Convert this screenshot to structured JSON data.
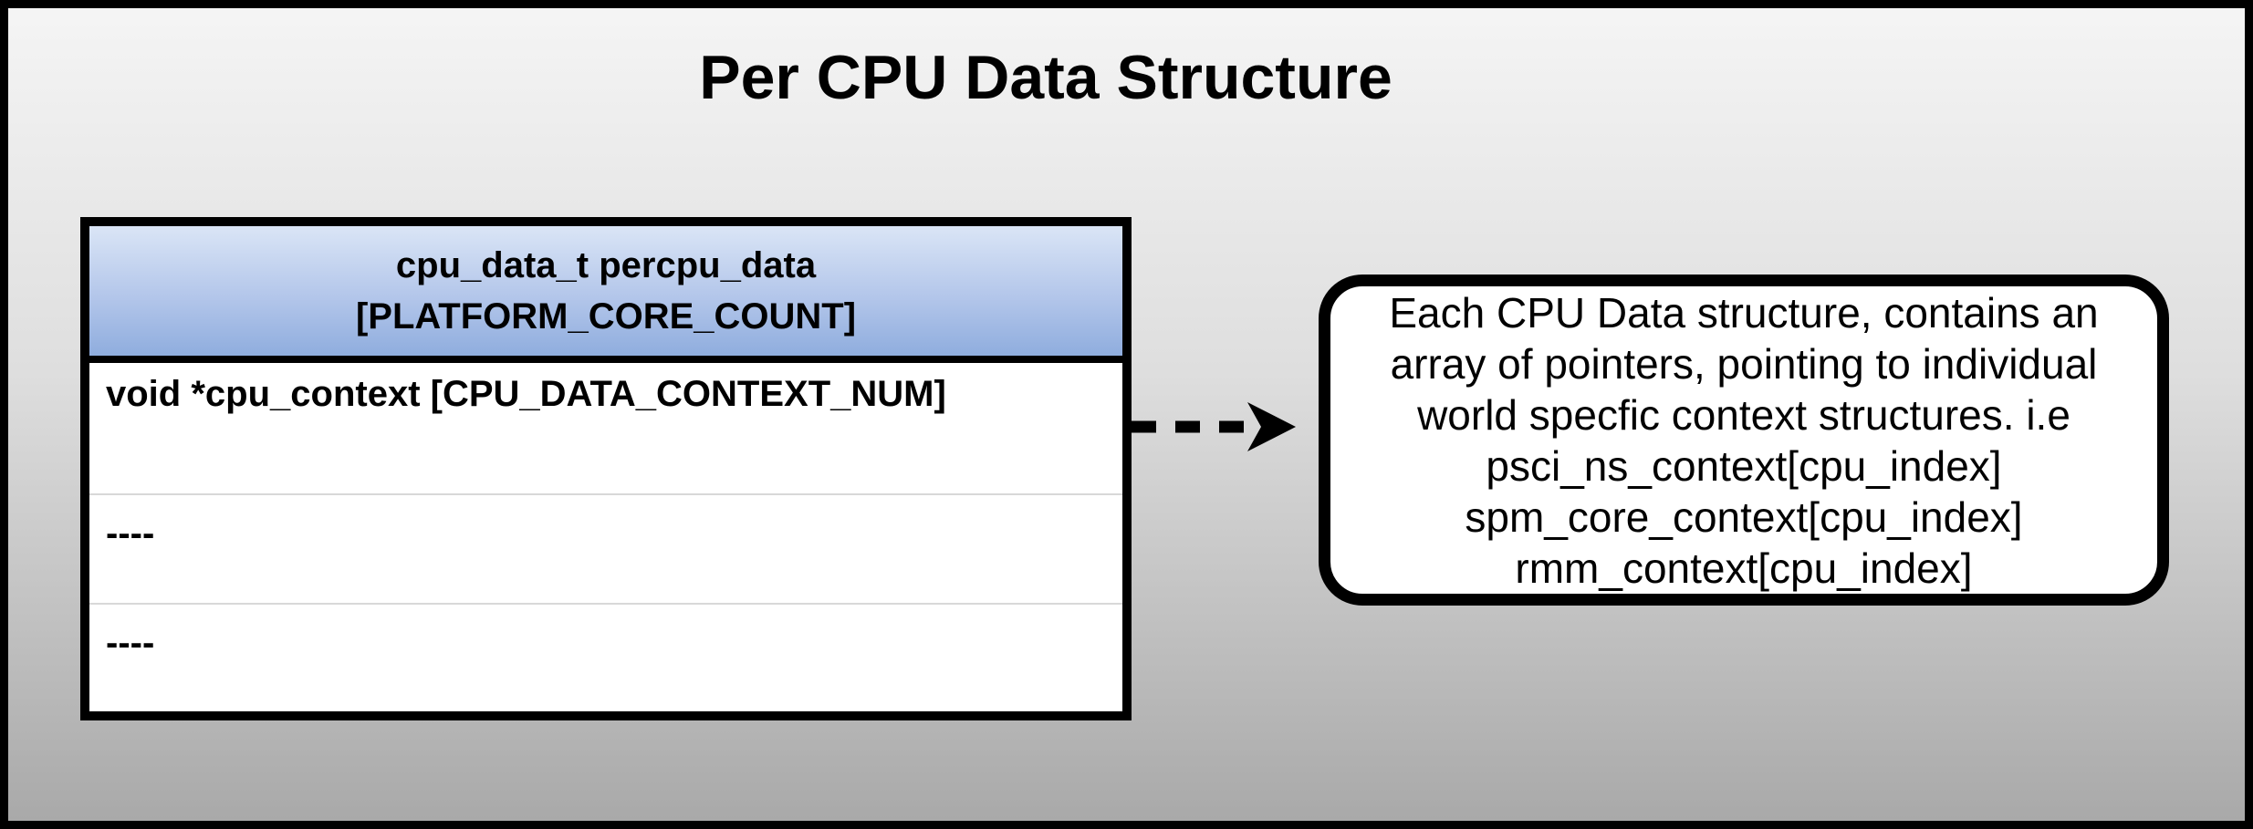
{
  "title": "Per CPU Data Structure",
  "struct_box": {
    "header_line1": "cpu_data_t percpu_data",
    "header_line2": "[PLATFORM_CORE_COUNT]",
    "rows": [
      "void *cpu_context [CPU_DATA_CONTEXT_NUM]",
      "----",
      "----"
    ]
  },
  "annotation": {
    "lines": [
      "Each CPU Data structure, contains an",
      "array of pointers, pointing to individual",
      "world specfic context structures. i.e",
      "psci_ns_context[cpu_index]",
      "spm_core_context[cpu_index]",
      "rmm_context[cpu_index]"
    ]
  },
  "colors": {
    "header_gradient_top": "#dae5f6",
    "header_gradient_bottom": "#8fadde",
    "background_gradient_top": "#f5f5f5",
    "background_gradient_bottom": "#a8a8a8",
    "box_fill": "#ffffff",
    "border": "#000000",
    "row_divider": "#d8d8d8"
  }
}
